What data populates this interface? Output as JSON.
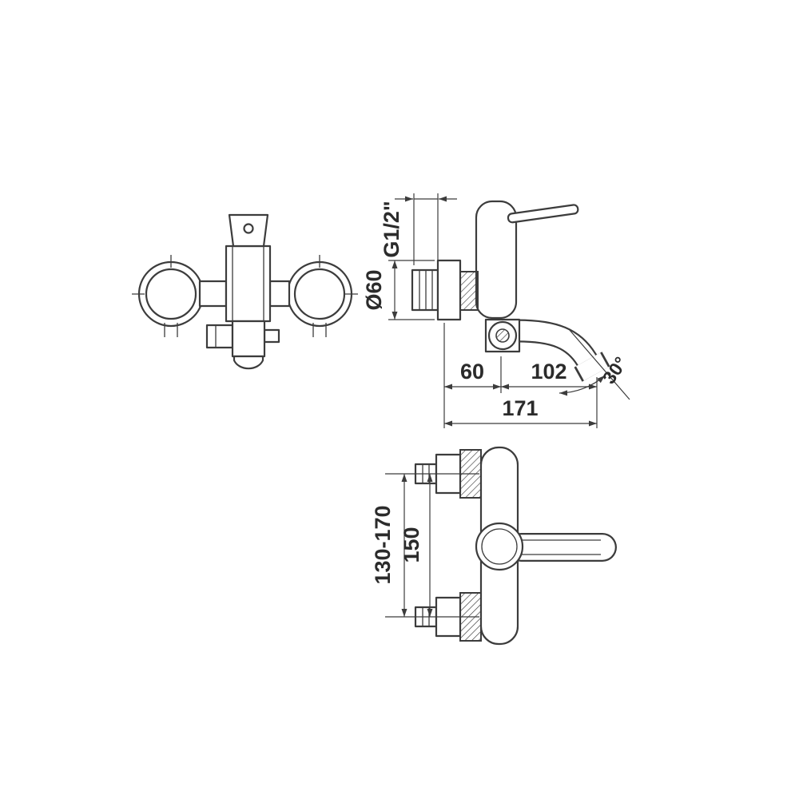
{
  "colors": {
    "line": "#3c3c3c",
    "dim_line": "#3c3c3c",
    "text": "#2b2b2b",
    "background": "#ffffff"
  },
  "labels": {
    "thread_size": "G1/2\"",
    "escutcheon_diameter": "Ø60",
    "wall_offset": "60",
    "spout_reach": "102",
    "total_length": "171",
    "spout_angle": "30°",
    "center_range": "130-170",
    "center_distance": "150"
  }
}
